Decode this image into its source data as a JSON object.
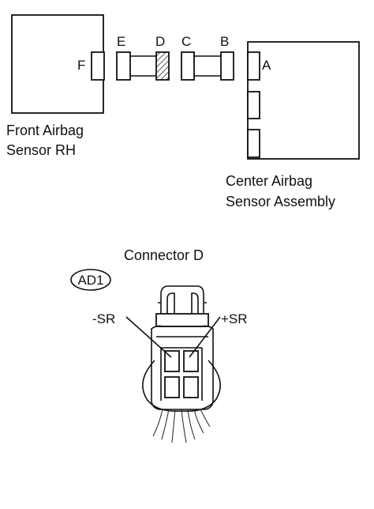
{
  "connector_letters": {
    "a": "A",
    "b": "B",
    "c": "C",
    "d": "D",
    "e": "E",
    "f": "F"
  },
  "front_sensor": {
    "line1": "Front Airbag",
    "line2": "Sensor RH"
  },
  "center_sensor": {
    "line1": "Center Airbag",
    "line2": "Sensor Assembly"
  },
  "connector_view": {
    "title": "Connector D",
    "code": "AD1",
    "pin_minus": "-SR",
    "pin_plus": "+SR"
  }
}
